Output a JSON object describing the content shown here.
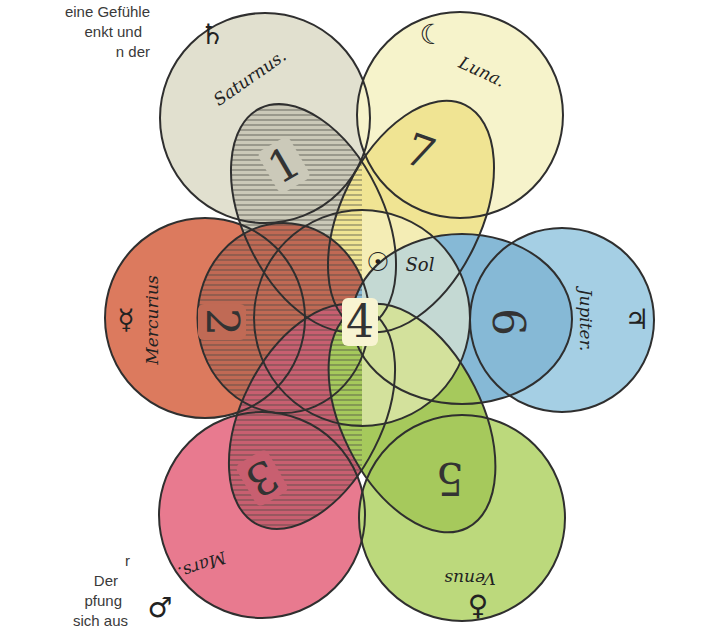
{
  "diagram": {
    "nodes": [
      {
        "text": [
          "♄",
          "Saturnus."
        ]
      },
      {
        "text": [
          "☾",
          "Luna."
        ]
      },
      {
        "text": [
          "☿",
          "Mercurius"
        ]
      },
      {
        "text": [
          "☉",
          "Sol"
        ]
      },
      {
        "text": [
          "♃",
          "Jupiter."
        ]
      },
      {
        "text": [
          "♂",
          "Mars."
        ]
      },
      {
        "text": [
          "♀",
          "Venus"
        ]
      }
    ],
    "labels": [
      "eine Gefühle",
      "enkt und",
      "n der",
      "1",
      "7",
      "2",
      "4",
      "6",
      "3",
      "5",
      "r",
      "Der",
      "pfung",
      "sich aus"
    ]
  }
}
